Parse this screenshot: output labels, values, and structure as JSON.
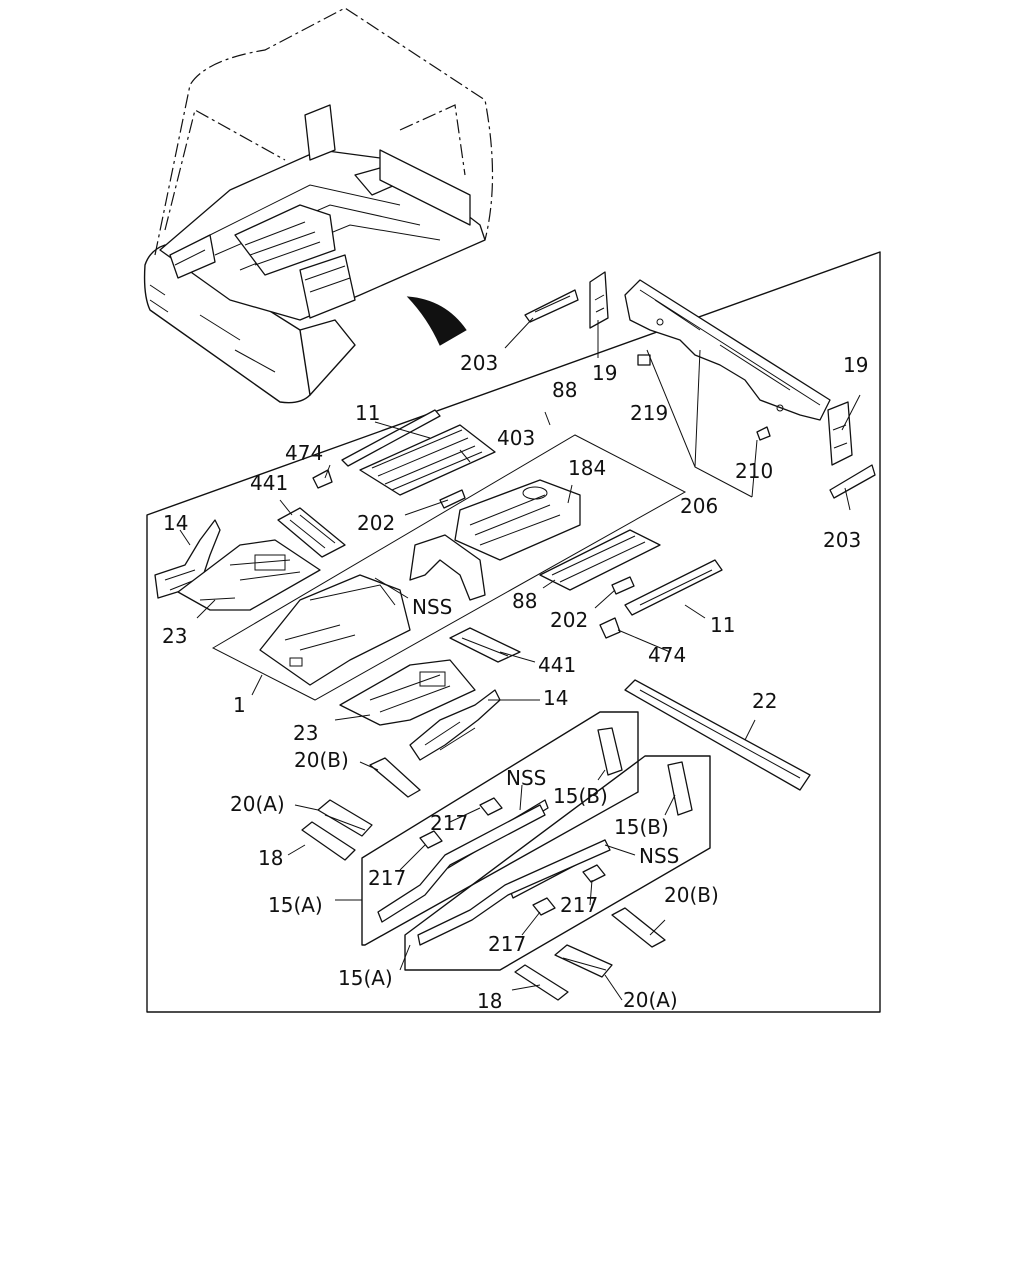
{
  "labels": {
    "203_top": "203",
    "19_top": "19",
    "88_top": "88",
    "11_top": "11",
    "474_top": "474",
    "403": "403",
    "441_top": "441",
    "202_top": "202",
    "184": "184",
    "14_top": "14",
    "23_top": "23",
    "nss_floor": "NSS",
    "219": "219",
    "210": "210",
    "206": "206",
    "19_right": "19",
    "203_right": "203",
    "88_mid": "88",
    "202_mid": "202",
    "11_mid": "11",
    "474_mid": "474",
    "441_mid": "441",
    "1": "1",
    "23_mid": "23",
    "14_mid": "14",
    "22": "22",
    "20b_left": "20(B)",
    "20a_left": "20(A)",
    "18_left": "18",
    "nss_rail1": "NSS",
    "217_a": "217",
    "15b_a": "15(B)",
    "217_b": "217",
    "15a_a": "15(A)",
    "15b_b": "15(B)",
    "nss_rail2": "NSS",
    "217_c": "217",
    "217_d": "217",
    "20b_right": "20(B)",
    "15a_b": "15(A)",
    "18_right": "18",
    "20a_right": "20(A)"
  }
}
